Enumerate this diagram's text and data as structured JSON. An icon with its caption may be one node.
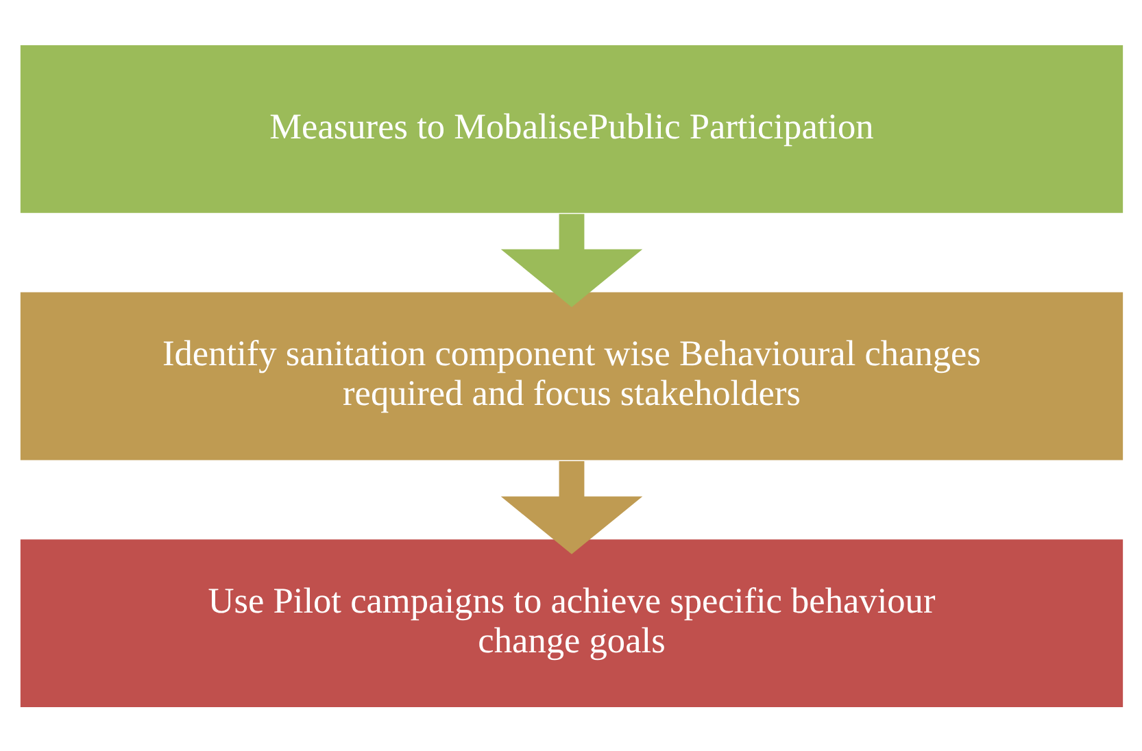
{
  "diagram": {
    "nodes": [
      {
        "text": [
          "Measures to MobalisePublic Participation"
        ]
      },
      {
        "text": [
          "Identify sanitation component wise Behavioural changes required and focus stakeholders"
        ]
      },
      {
        "text": [
          "Use Pilot campaigns to achieve specific behaviour change goals"
        ]
      }
    ],
    "edges": [
      {
        "from": 0,
        "to": 1,
        "arrow": "to",
        "color": "#9bbb59"
      },
      {
        "from": 1,
        "to": 2,
        "arrow": "to",
        "color": "#bf9b52"
      }
    ]
  }
}
